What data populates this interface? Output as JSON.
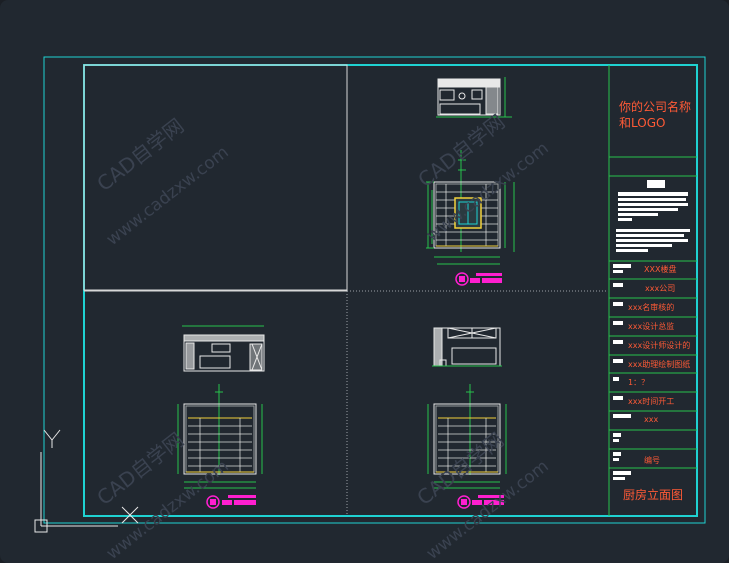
{
  "title_block": {
    "company": [
      "你的公司名称",
      "和LOGO"
    ],
    "rows": [
      "XXX楼盘",
      "xxx公司",
      "xxx名审核的",
      "xxx设计总监",
      "xxx设计师设计的",
      "xxx助理绘制图纸",
      "1：？",
      "xxx时间开工",
      "xxx",
      "",
      "编号"
    ],
    "drawing_title": "厨房立面图"
  },
  "watermark": {
    "brand": "CAD自学网",
    "url": "www.cadzxw.com"
  },
  "colors": {
    "background": "#212830",
    "frame_cyan": "#1fd2d2",
    "title_green": "#27c24c",
    "drawing_white": "#e8e8e8",
    "annotation_magenta": "#ff1fd0",
    "text_red": "#ff5a36",
    "watermark": "#3a4250"
  },
  "ucs": {
    "x_label": "X",
    "y_label": "Y"
  }
}
